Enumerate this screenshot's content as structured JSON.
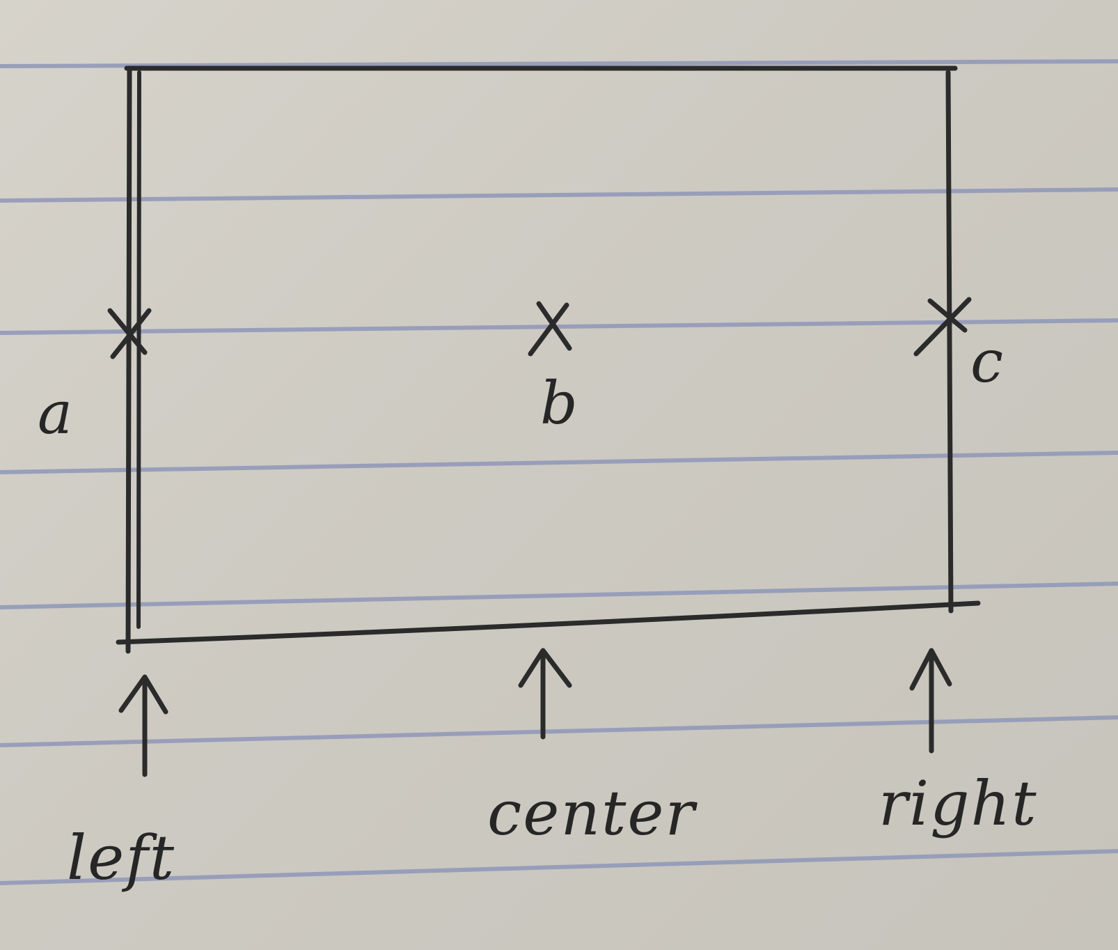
{
  "points": [
    {
      "id": "a",
      "label": "a"
    },
    {
      "id": "b",
      "label": "b"
    },
    {
      "id": "c",
      "label": "c"
    }
  ],
  "positions": [
    {
      "id": "left",
      "label": "left"
    },
    {
      "id": "center",
      "label": "center"
    },
    {
      "id": "right",
      "label": "right"
    }
  ],
  "colors": {
    "paper": "#cfccc4",
    "ink": "#2b2b2b",
    "rule": "#8e97b8"
  }
}
